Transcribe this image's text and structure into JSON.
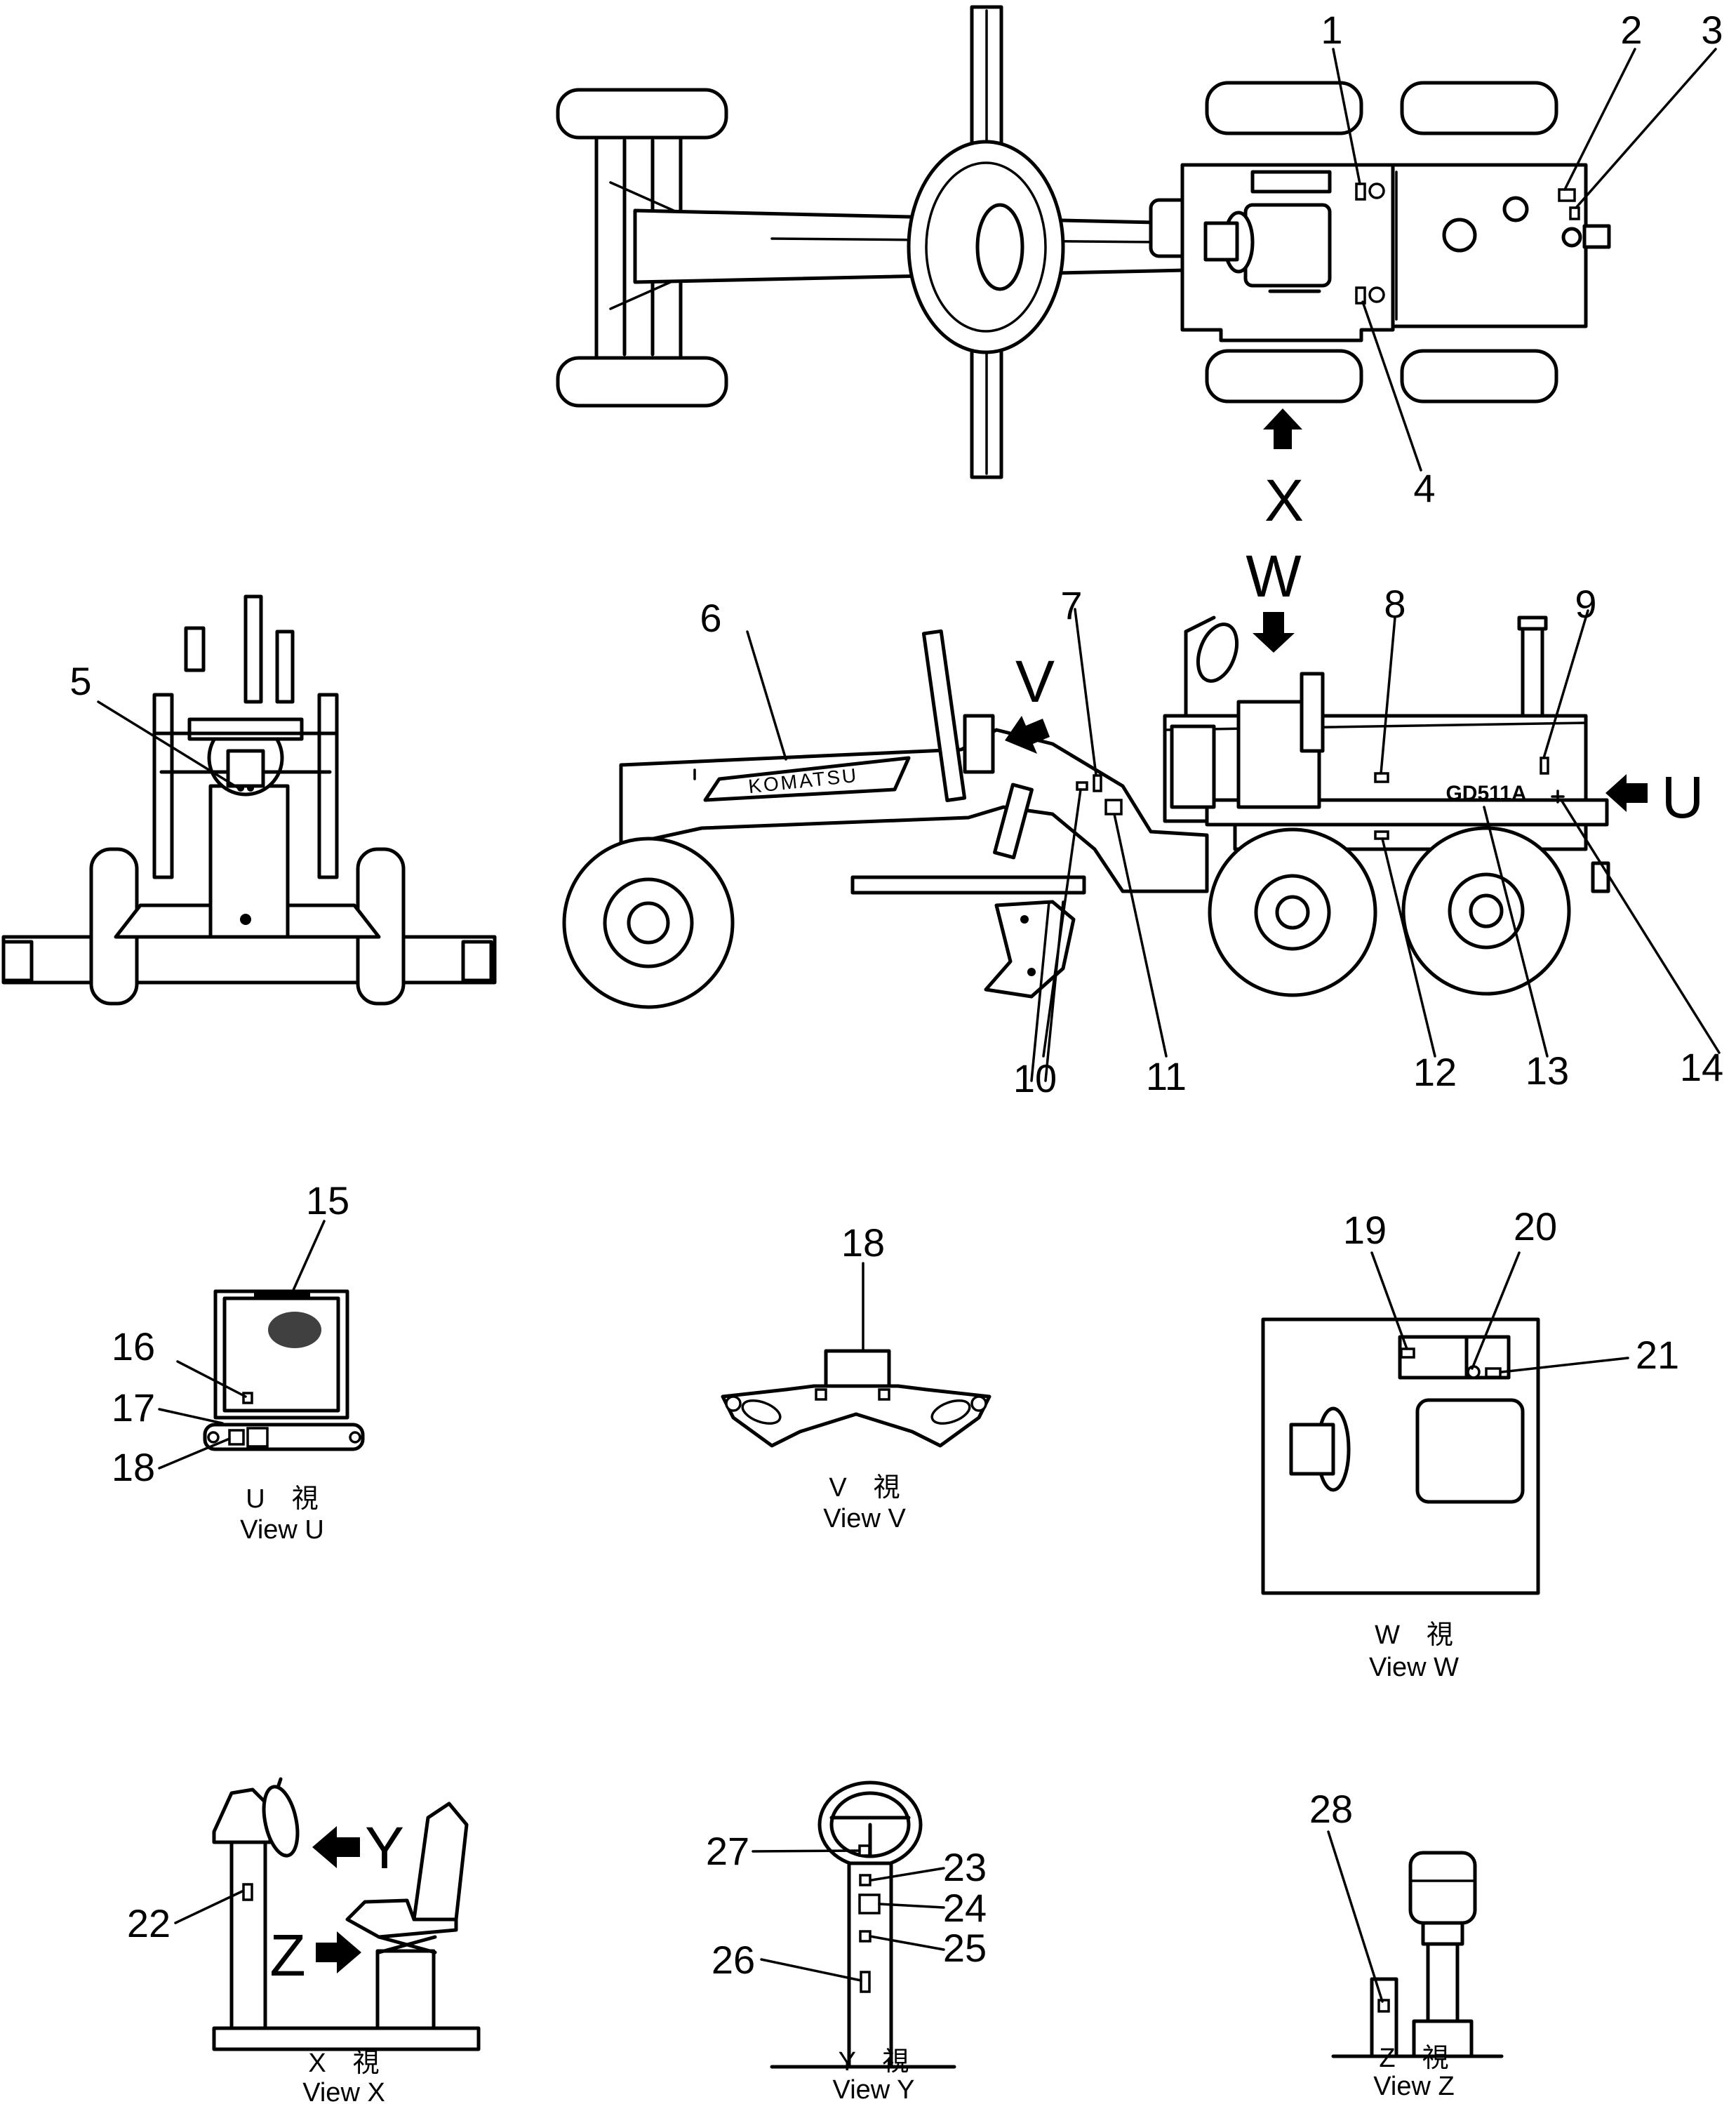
{
  "callouts": [
    "1",
    "2",
    "3",
    "4",
    "5",
    "6",
    "7",
    "8",
    "9",
    "10",
    "11",
    "12",
    "13",
    "14",
    "15",
    "16",
    "17",
    "18",
    "19",
    "20",
    "21",
    "22",
    "23",
    "24",
    "25",
    "26",
    "27",
    "28"
  ],
  "view_arrows": {
    "x": "X",
    "w": "W",
    "v": "V",
    "u": "U",
    "y": "Y",
    "z": "Z"
  },
  "machine": {
    "brand_badge": "KOMATSU",
    "model_plate": "GD511A"
  },
  "view_titles": {
    "u": {
      "jp": "U　視",
      "en": "View  U"
    },
    "v": {
      "jp": "V　視",
      "en": "View  V"
    },
    "w": {
      "jp": "W　視",
      "en": "View  W"
    },
    "x": {
      "jp": "X　視",
      "en": "View  X"
    },
    "y": {
      "jp": "Y　視",
      "en": "View  Y"
    },
    "z": {
      "jp": "Z　視",
      "en": "View  Z"
    }
  }
}
